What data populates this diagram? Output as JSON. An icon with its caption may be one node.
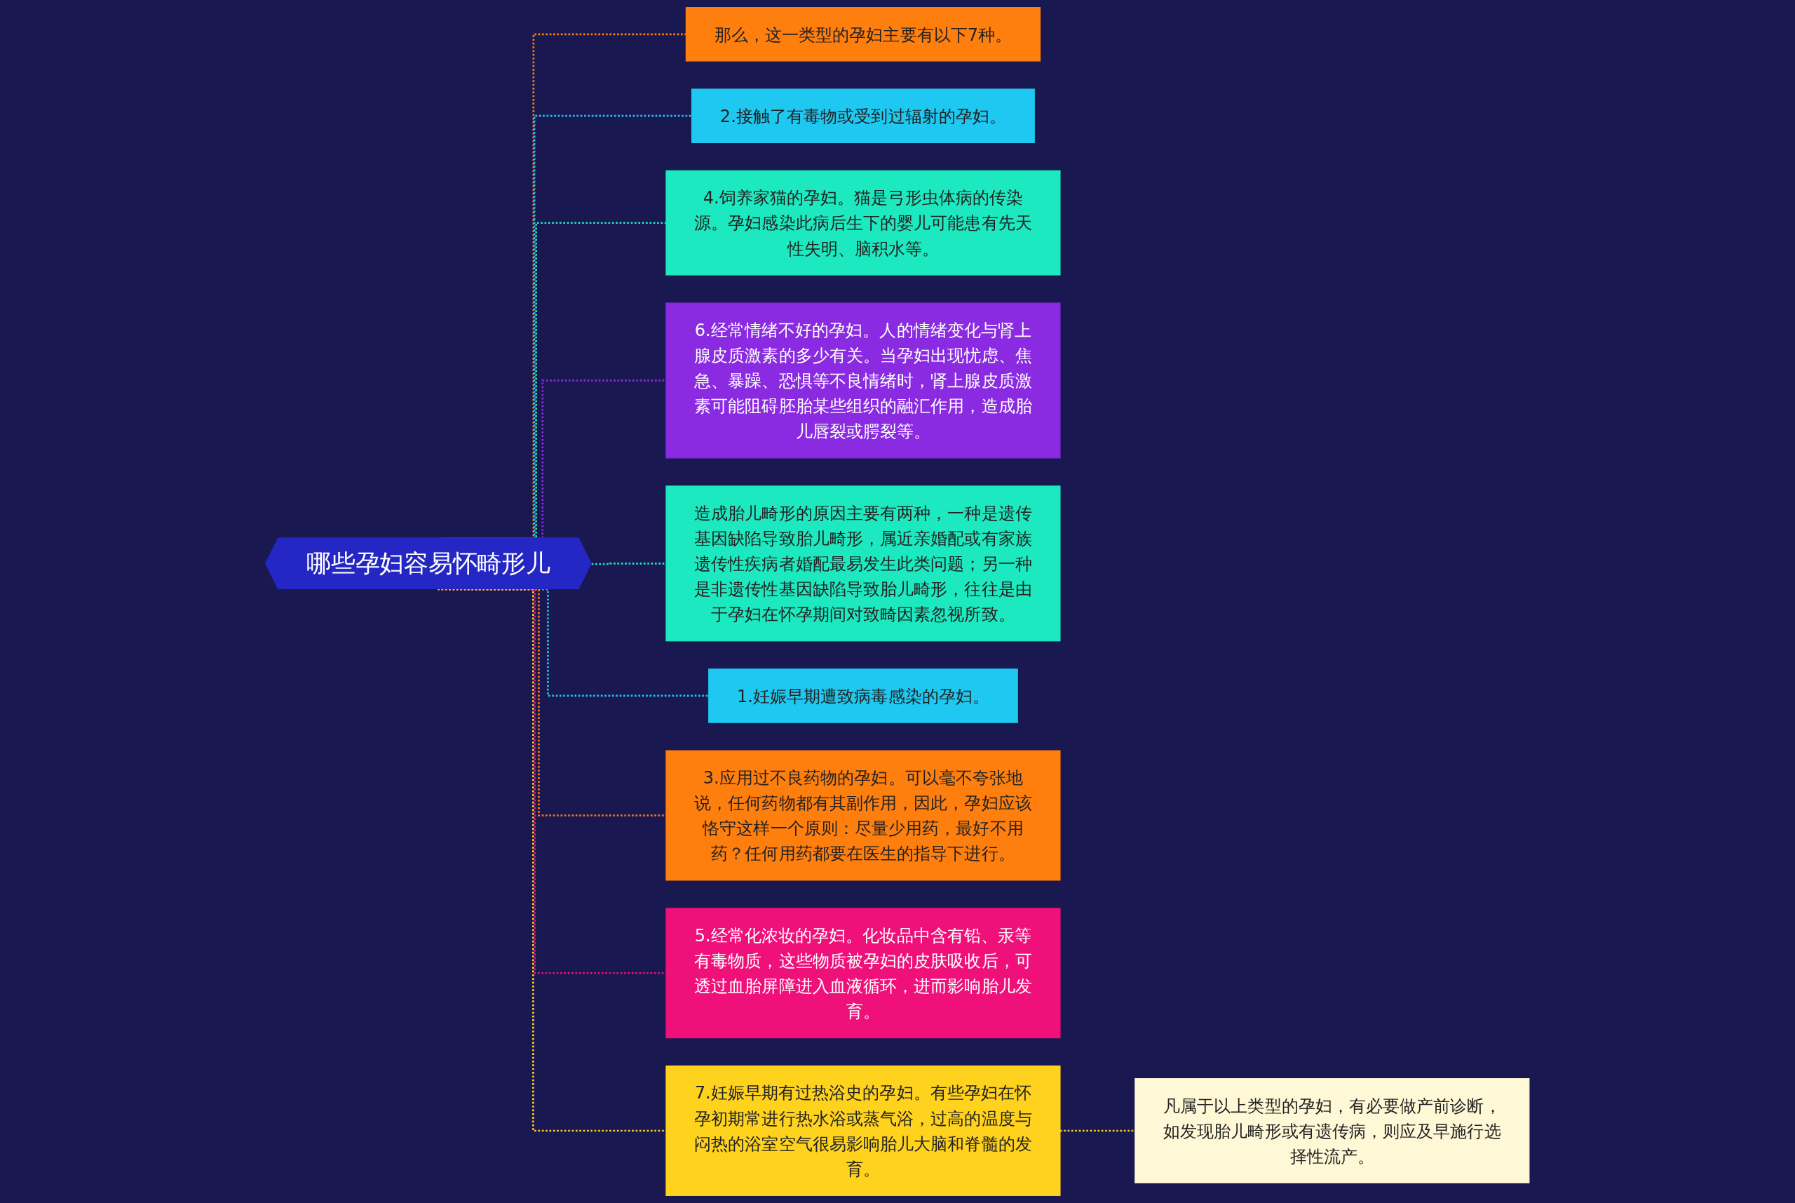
{
  "diagram": {
    "nodes": [
      {
        "text": [
          "哪些孕妇容易怀畸形儿"
        ]
      },
      {
        "text": [
          "那么，这一类型的孕妇主要有以下7种。"
        ]
      },
      {
        "text": [
          "2.接触了有毒物或受到过辐射的孕妇。"
        ]
      },
      {
        "text": [
          "4.饲养家猫的孕妇。猫是弓形虫体病的传染源。孕妇感染此病后生下的婴儿可能患有先天性失明、脑积水等。"
        ]
      },
      {
        "text": [
          "6.经常情绪不好的孕妇。人的情绪变化与肾上腺皮质激素的多少有关。当孕妇出现忧虑、焦急、暴躁、恐惧等不良情绪时，肾上腺皮质激素可能阻碍胚胎某些组织的融汇作用，造成胎儿唇裂或腭裂等。"
        ]
      },
      {
        "text": [
          "造成胎儿畸形的原因主要有两种，一种是遗传基因缺陷导致胎儿畸形，属近亲婚配或有家族遗传性疾病者婚配最易发生此类问题；另一种是非遗传性基因缺陷导致胎儿畸形，往往是由于孕妇在怀孕期间对致畸因素忽视所致。"
        ]
      },
      {
        "text": [
          "1.妊娠早期遭致病毒感染的孕妇。"
        ]
      },
      {
        "text": [
          "3.应用过不良药物的孕妇。可以毫不夸张地说，任何药物都有其副作用，因此，孕妇应该恪守这样一个原则：尽量少用药，最好不用药？任何用药都要在医生的指导下进行。"
        ]
      },
      {
        "text": [
          "5.经常化浓妆的孕妇。化妆品中含有铅、汞等有毒物质，这些物质被孕妇的皮肤吸收后，可透过血胎屏障进入血液循环，进而影响胎儿发育。"
        ]
      },
      {
        "text": [
          "7.妊娠早期有过热浴史的孕妇。有些孕妇在怀孕初期常进行热水浴或蒸气浴，过高的温度与闷热的浴室空气很易影响胎儿大脑和脊髓的发育。"
        ]
      },
      {
        "text": [
          "凡属于以上类型的孕妇，有必要做产前诊断，如发现胎儿畸形或有遗传病，则应及早施行选择性流产。"
        ]
      }
    ],
    "edges": [
      {
        "from": 0,
        "to": 1,
        "arrow": "none",
        "style": "dashed",
        "color": "#ff7f0e"
      },
      {
        "from": 0,
        "to": 2,
        "arrow": "none",
        "style": "dashed",
        "color": "#1ec8f0"
      },
      {
        "from": 0,
        "to": 3,
        "arrow": "none",
        "style": "dashed",
        "color": "#1de9c0"
      },
      {
        "from": 0,
        "to": 4,
        "arrow": "none",
        "style": "dashed",
        "color": "#8a2be2"
      },
      {
        "from": 0,
        "to": 5,
        "arrow": "none",
        "style": "dashed",
        "color": "#1de9c0"
      },
      {
        "from": 0,
        "to": 6,
        "arrow": "none",
        "style": "dashed",
        "color": "#1ec8f0"
      },
      {
        "from": 0,
        "to": 7,
        "arrow": "none",
        "style": "dashed",
        "color": "#ff7f0e"
      },
      {
        "from": 0,
        "to": 8,
        "arrow": "none",
        "style": "dashed",
        "color": "#f0107a"
      },
      {
        "from": 0,
        "to": 9,
        "arrow": "none",
        "style": "dashed",
        "color": "#ffd21e"
      },
      {
        "from": 9,
        "to": 10,
        "arrow": "none",
        "style": "dashed",
        "color": "#ffd21e"
      }
    ]
  }
}
